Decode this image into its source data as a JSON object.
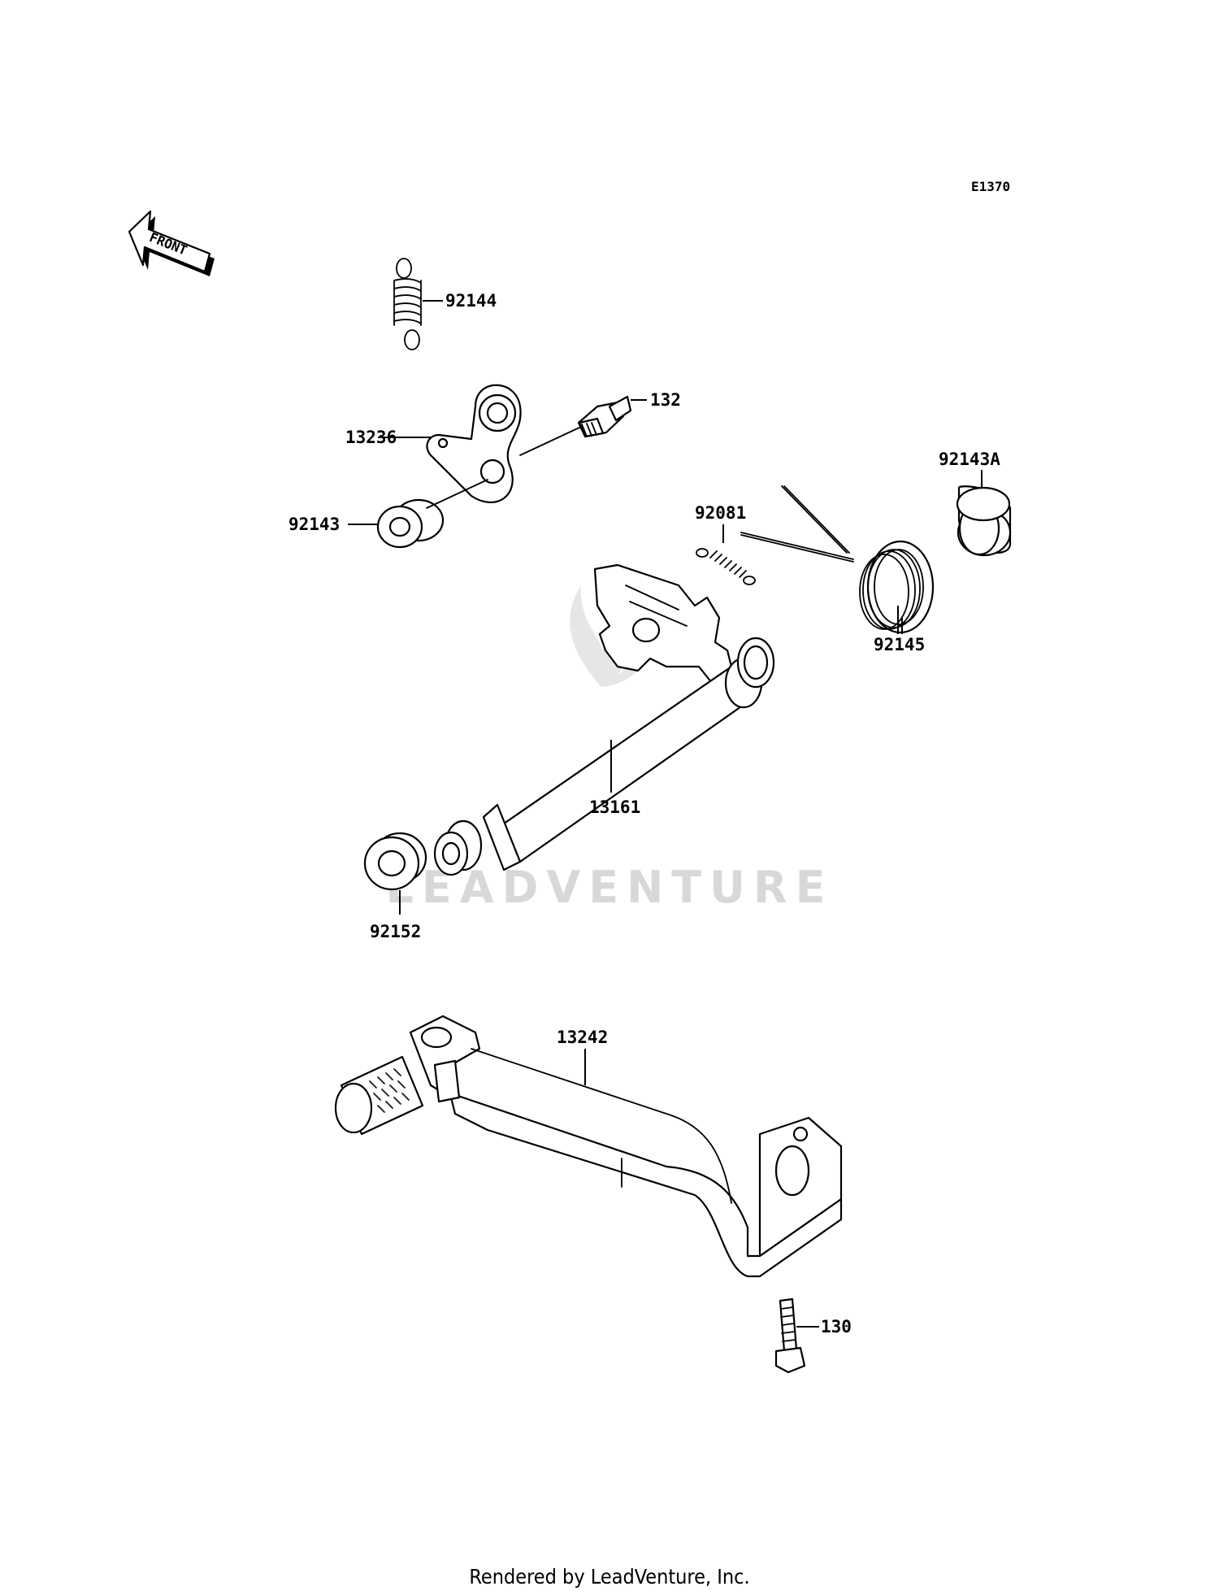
{
  "diagram_code": "E1370",
  "front_arrow_label": "FRONT",
  "watermark": "LEADVENTURE",
  "footer": "Rendered by LeadVenture, Inc.",
  "parts": {
    "p92144": "92144",
    "p132": "132",
    "p13236": "13236",
    "p92143": "92143",
    "p92143A": "92143A",
    "p92081": "92081",
    "p92145": "92145",
    "p13161": "13161",
    "p92152": "92152",
    "p13242": "13242",
    "p130": "130"
  }
}
